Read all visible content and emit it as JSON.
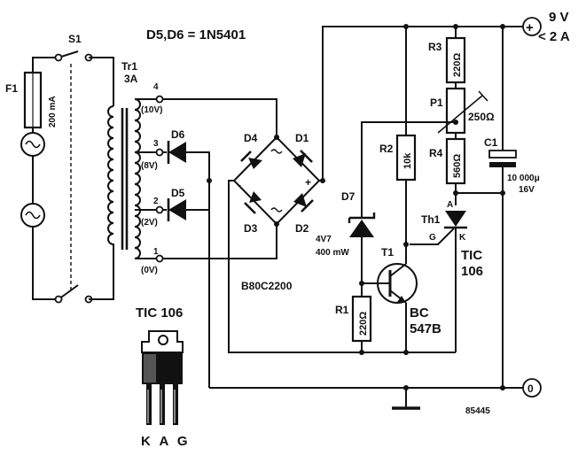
{
  "header": {
    "diode_note": "D5,D6 = 1N5401"
  },
  "output": {
    "pos_label": "9 V",
    "current_label": "< 2 A",
    "plus_symbol": "+",
    "zero_symbol": "0"
  },
  "switch": {
    "label": "S1"
  },
  "fuse": {
    "label": "F1",
    "rating": "200 mA"
  },
  "transformer": {
    "label": "Tr1",
    "rating": "3A",
    "taps": [
      {
        "num": "4",
        "volt": "(10V)"
      },
      {
        "num": "3",
        "volt": "(8V)"
      },
      {
        "num": "2",
        "volt": "(2V)"
      },
      {
        "num": "1",
        "volt": "(0V)"
      }
    ]
  },
  "diodes": {
    "d6": "D6",
    "d5": "D5",
    "d4": "D4",
    "d1": "D1",
    "d3": "D3",
    "d2": "D2",
    "d7": "D7"
  },
  "bridge": {
    "part": "B80C2200",
    "minus": "-",
    "plus": "+"
  },
  "zener": {
    "voltage": "4V7",
    "power": "400 mW"
  },
  "resistors": {
    "r3": {
      "label": "R3",
      "value": "220Ω"
    },
    "r2": {
      "label": "R2",
      "value": "10k"
    },
    "r4": {
      "label": "R4",
      "value": "560Ω"
    },
    "r1": {
      "label": "R1",
      "value": "220Ω"
    }
  },
  "pot": {
    "label": "P1",
    "value": "250Ω"
  },
  "capacitor": {
    "label": "C1",
    "value": "10 000μ",
    "voltage": "16V"
  },
  "thyristor": {
    "label": "Th1",
    "anode": "A",
    "gate": "G",
    "cathode": "K",
    "part": "TIC",
    "part2": "106"
  },
  "transistor": {
    "label": "T1",
    "part": "BC",
    "part2": "547B"
  },
  "package": {
    "title": "TIC 106",
    "pins": "K A G"
  },
  "figure_id": "85445"
}
